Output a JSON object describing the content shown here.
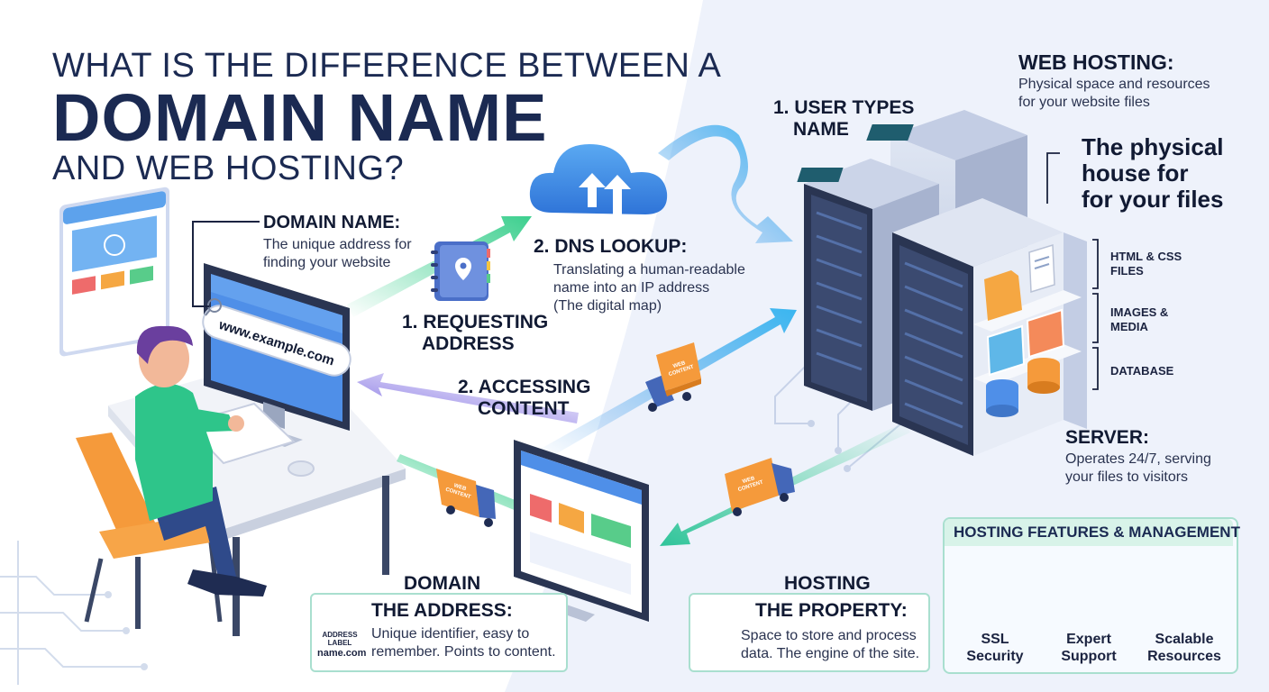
{
  "title": {
    "line1": "WHAT IS THE DIFFERENCE BETWEEN A",
    "line2": "DOMAIN NAME",
    "line3": "AND WEB HOSTING?"
  },
  "domain_name": {
    "heading": "DOMAIN NAME:",
    "text_line1": "The unique address for",
    "text_line2": "finding your website",
    "url": "www.example.com"
  },
  "steps": {
    "requesting": {
      "line1": "1. REQUESTING",
      "line2": "ADDRESS"
    },
    "dns": {
      "heading": "2. DNS LOOKUP:",
      "line1": "Translating a human-readable",
      "line2": "name into an IP address",
      "line3": "(The digital map)"
    },
    "user_types": {
      "line1": "1. USER TYPES",
      "line2": "NAME"
    },
    "accessing": {
      "line1": "2. ACCESSING",
      "line2": "CONTENT"
    }
  },
  "web_hosting": {
    "heading": "WEB HOSTING:",
    "text_line1": "Physical space and resources",
    "text_line2": "for your website files",
    "tagline_line1": "The physical",
    "tagline_line2": "house for",
    "tagline_line3": "for your files"
  },
  "shelf_labels": {
    "html_line1": "HTML & CSS",
    "html_line2": "FILES",
    "images_line1": "IMAGES &",
    "images_line2": "MEDIA",
    "database": "DATABASE"
  },
  "server": {
    "heading": "SERVER:",
    "text_line1": "Operates 24/7, serving",
    "text_line2": "your files to visitors"
  },
  "truck_label": "WEB CONTENT",
  "domain_card": {
    "category": "DOMAIN",
    "heading": "THE ADDRESS:",
    "text_line1": "Unique identifier, easy to",
    "text_line2": "remember. Points to content.",
    "badge_line1": "ADDRESS",
    "badge_line2": "LABEL",
    "badge_line3": "name.com"
  },
  "hosting_card": {
    "category": "HOSTING",
    "heading": "THE PROPERTY:",
    "text_line1": "Space to store and process",
    "text_line2": "data. The engine of the site."
  },
  "features": {
    "heading": "HOSTING FEATURES & MANAGEMENT",
    "items": [
      {
        "line1": "SSL",
        "line2": "Security",
        "icon": "padlock-icon"
      },
      {
        "line1": "Expert",
        "line2": "Support",
        "icon": "support-agent-icon"
      },
      {
        "line1": "Scalable",
        "line2": "Resources",
        "icon": "server-stack-icon"
      }
    ]
  },
  "colors": {
    "navy": "#1b2a52",
    "green": "#3ccf8e",
    "blue": "#3d8fe8",
    "purple": "#8f7ce8",
    "orange": "#f28b30"
  }
}
